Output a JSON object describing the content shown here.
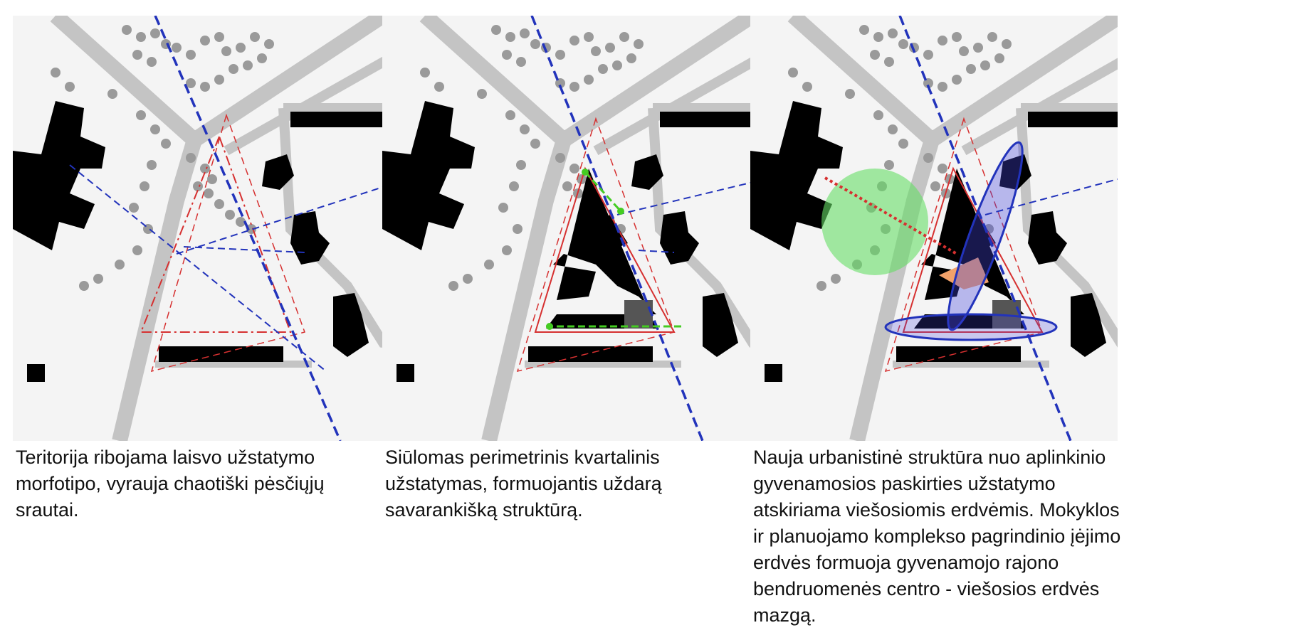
{
  "panels": [
    {
      "id": "existing",
      "caption": [
        "Teritorija ribojama laisvo užstatymo",
        "morfotipo, vyrauja chaotiški pėsčiųjų",
        "srautai."
      ]
    },
    {
      "id": "perimeter",
      "caption": [
        "Siūlomas perimetrinis kvartalinis",
        "užstatymas, formuojantis uždarą",
        "savarankišką struktūrą."
      ]
    },
    {
      "id": "public-space",
      "caption": [
        "Nauja urbanistinė struktūra nuo aplinkinio",
        "gyvenamosios paskirties užstatymo",
        "atskiriama viešosiomis erdvėmis. Mokyklos",
        "ir planuojamo komplekso pagrindinio įėjimo",
        "erdvės formuoja gyvenamojo rajono",
        "bendruomenės centro - viešosios erdvės",
        "mazgą."
      ]
    }
  ],
  "colors": {
    "building": "#000000",
    "road": "#c4c4c4",
    "tree": "#9a9a9a",
    "axis_blue": "#2233bb",
    "boundary_red": "#d63030",
    "path_green": "#44cc22",
    "public_space_green": "#66dd66",
    "entrance_orange": "#f2a26a",
    "flow_ellipse_blue": "#4444dd"
  }
}
